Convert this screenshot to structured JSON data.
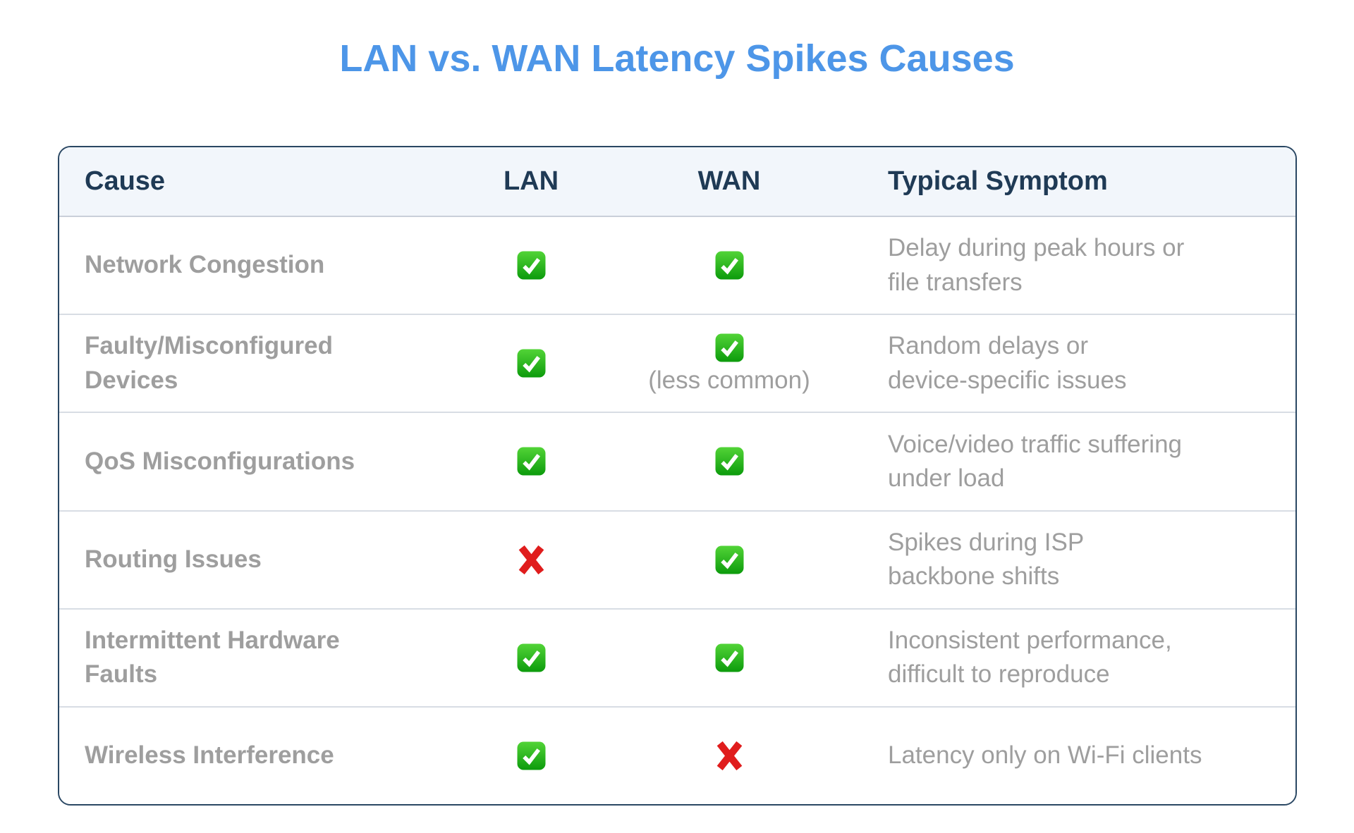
{
  "title": "LAN vs. WAN Latency Spikes Causes",
  "table": {
    "headers": [
      "Cause",
      "LAN",
      "WAN",
      "Typical Symptom"
    ],
    "rows": [
      {
        "cause_lines": [
          "Network Congestion"
        ],
        "lan": "check",
        "wan": "check",
        "wan_note": "",
        "symptom_lines": [
          "Delay during peak hours or",
          "file transfers"
        ]
      },
      {
        "cause_lines": [
          "Faulty/Misconfigured",
          "Devices"
        ],
        "lan": "check",
        "wan": "check",
        "wan_note": "(less common)",
        "symptom_lines": [
          "Random delays or",
          "device-specific issues"
        ]
      },
      {
        "cause_lines": [
          "QoS Misconfigurations"
        ],
        "lan": "check",
        "wan": "check",
        "wan_note": "",
        "symptom_lines": [
          "Voice/video traffic suffering",
          "under load"
        ]
      },
      {
        "cause_lines": [
          "Routing Issues"
        ],
        "lan": "cross",
        "wan": "check",
        "wan_note": "",
        "symptom_lines": [
          "Spikes during ISP",
          "backbone shifts"
        ]
      },
      {
        "cause_lines": [
          "Intermittent Hardware",
          "Faults"
        ],
        "lan": "check",
        "wan": "check",
        "wan_note": "",
        "symptom_lines": [
          "Inconsistent performance,",
          "difficult to reproduce"
        ]
      },
      {
        "cause_lines": [
          "Wireless Interference"
        ],
        "lan": "check",
        "wan": "cross",
        "wan_note": "",
        "symptom_lines": [
          "Latency only on Wi-Fi clients"
        ]
      }
    ]
  },
  "icons": {
    "check": "check-mark-button-icon",
    "cross": "cross-mark-icon"
  },
  "colors": {
    "title_blue": "#4D96E8",
    "header_text": "#1F3A55",
    "header_bg": "#F2F6FB",
    "body_gray": "#9E9E9E",
    "card_border": "#2A4763",
    "row_divider": "#D8DDE4",
    "check_green_top": "#52D437",
    "check_green_bottom": "#0C9B0C",
    "cross_red": "#E01D1D"
  },
  "chart_data": {
    "type": "table",
    "title": "LAN vs. WAN Latency Spikes Causes",
    "columns": [
      "Cause",
      "LAN",
      "WAN",
      "Typical Symptom"
    ],
    "rows": [
      [
        "Network Congestion",
        "yes",
        "yes",
        "Delay during peak hours or file transfers"
      ],
      [
        "Faulty/Misconfigured Devices",
        "yes",
        "yes (less common)",
        "Random delays or device-specific issues"
      ],
      [
        "QoS Misconfigurations",
        "yes",
        "yes",
        "Voice/video traffic suffering under load"
      ],
      [
        "Routing Issues",
        "no",
        "yes",
        "Spikes during ISP backbone shifts"
      ],
      [
        "Intermittent Hardware Faults",
        "yes",
        "yes",
        "Inconsistent performance, difficult to reproduce"
      ],
      [
        "Wireless Interference",
        "yes",
        "no",
        "Latency only on Wi-Fi clients"
      ]
    ]
  }
}
